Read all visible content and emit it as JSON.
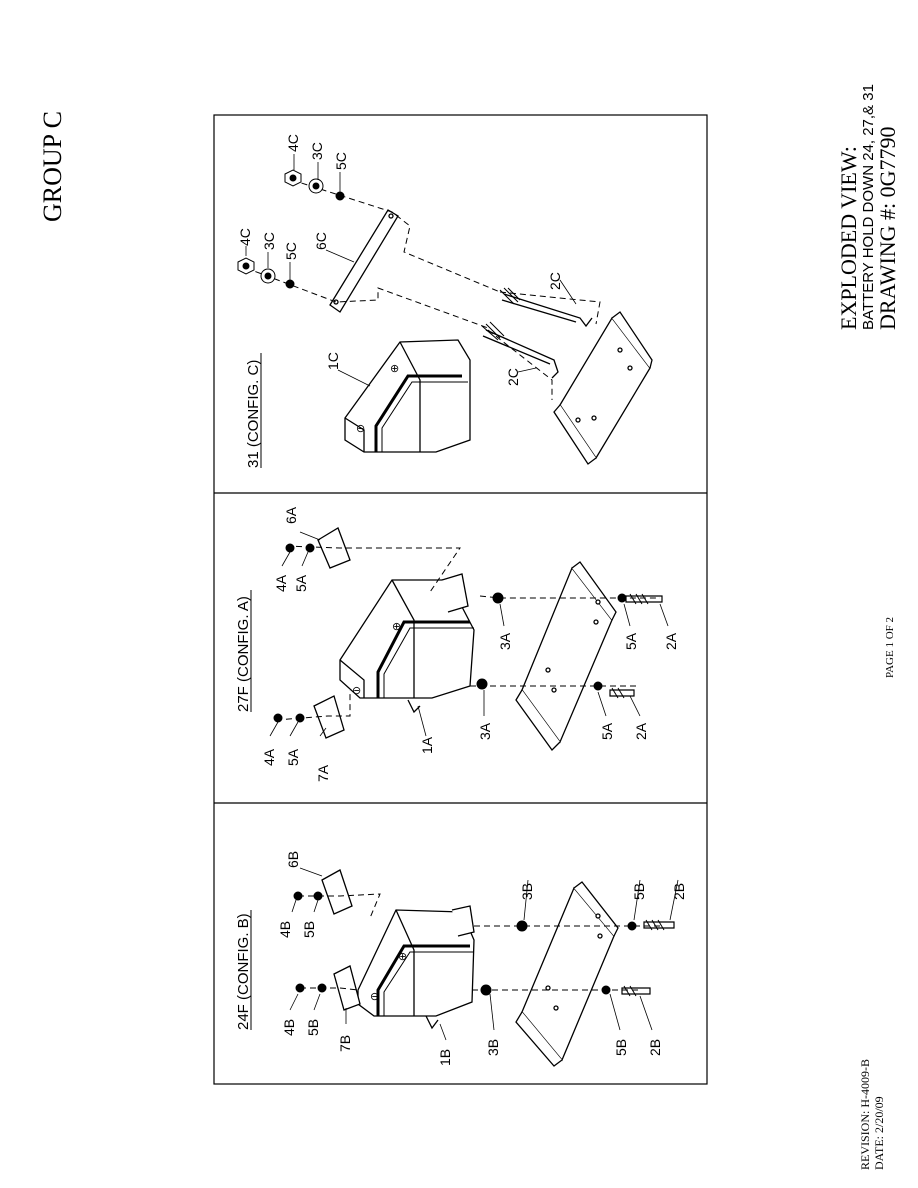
{
  "group_label": "GROUP C",
  "title": {
    "line1": "EXPLODED VIEW:",
    "line2": "BATTERY HOLD DOWN 24, 27,& 31",
    "line3": "DRAWING #: 0G7790"
  },
  "page": "PAGE 1 OF 2",
  "revision": "REVISION: H-4009-B",
  "date": "DATE:  2/20/09",
  "panels": [
    {
      "header": "24F (CONFIG. B)",
      "callouts": {
        "battery": "1B",
        "bolt_a": "2B",
        "bolt_b": "2B",
        "nut_a": "3B",
        "nut_b": "3B",
        "locknut_a": "4B",
        "locknut_b": "4B",
        "washer_a": "5B",
        "washer_b": "5B",
        "washer_c": "5B",
        "washer_d": "5B",
        "bar_right": "6B",
        "bar_left": "7B"
      }
    },
    {
      "header": "27F (CONFIG. A)",
      "callouts": {
        "battery": "1A",
        "bolt_a": "2A",
        "bolt_b": "2A",
        "nut_a": "3A",
        "nut_b": "3A",
        "locknut_a": "4A",
        "locknut_b": "4A",
        "washer_a": "5A",
        "washer_b": "5A",
        "washer_c": "5A",
        "washer_d": "5A",
        "bar_right": "6A",
        "bar_left": "7A"
      }
    },
    {
      "header": "31 (CONFIG. C)",
      "callouts": {
        "battery": "1C",
        "rod_a": "2C",
        "rod_b": "2C",
        "washer_a": "3C",
        "washer_b": "3C",
        "locknut_a": "4C",
        "locknut_b": "4C",
        "spacer_a": "5C",
        "spacer_b": "5C",
        "bar": "6C"
      }
    }
  ]
}
